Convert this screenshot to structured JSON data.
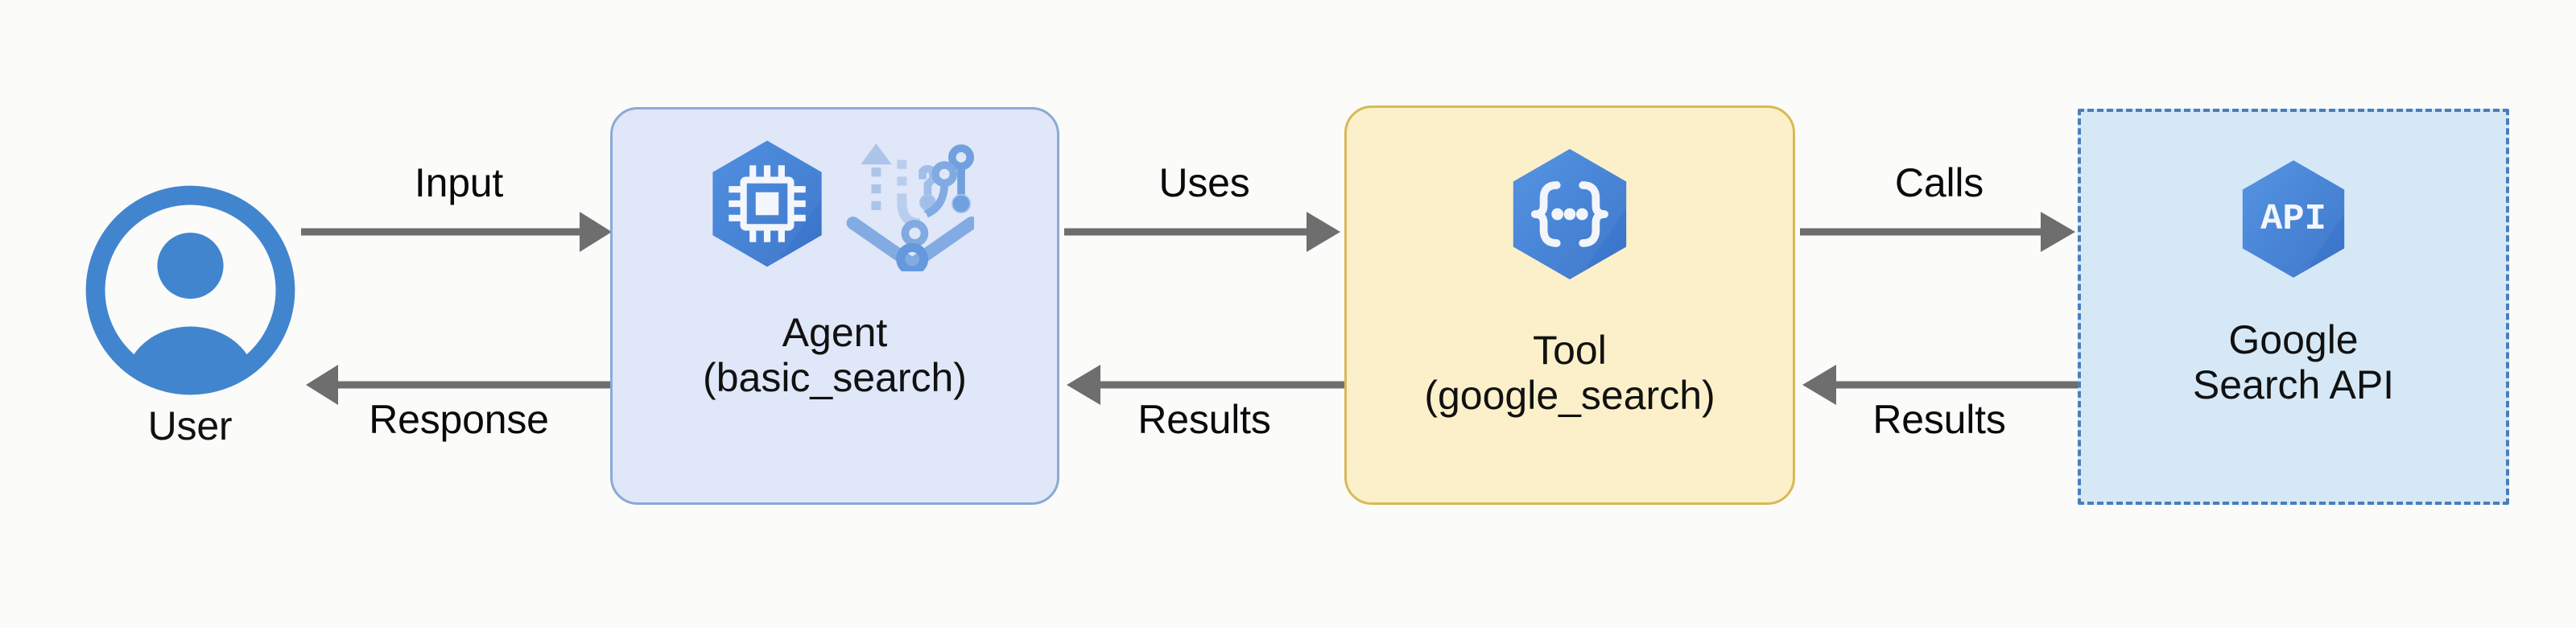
{
  "diagram": {
    "title": "Agent to Google Search API flow",
    "type": "flow-diagram",
    "background_color": "#fbfbf9"
  },
  "nodes": [
    {
      "id": "user",
      "label": "User",
      "icon": "user-avatar-icon",
      "shape": "icon-with-caption",
      "fill_color": "#fbfbf9",
      "icon_color": "#4285cf"
    },
    {
      "id": "agent",
      "label": "Agent",
      "sublabel": "(basic_search)",
      "icons": [
        "cpu-chip-hexagon-icon",
        "workflow-pipeline-icon"
      ],
      "shape": "rounded-rect",
      "fill_color": "#dfe7f8",
      "border_color": "#8ba9d6",
      "border_style": "solid"
    },
    {
      "id": "tool",
      "label": "Tool",
      "sublabel": "(google_search)",
      "icons": [
        "code-braces-hexagon-icon"
      ],
      "shape": "rounded-rect",
      "fill_color": "#fbf0c9",
      "border_color": "#d8b957",
      "border_style": "solid"
    },
    {
      "id": "google_search_api",
      "label": "Google",
      "sublabel": "Search API",
      "icons": [
        "api-hexagon-icon"
      ],
      "icon_text": "API",
      "shape": "rect",
      "fill_color": "#d6e8f6",
      "border_color": "#4a7ebb",
      "border_style": "dashed"
    }
  ],
  "edges": [
    {
      "id": "user-to-agent",
      "from": "user",
      "to": "agent",
      "label": "Input",
      "direction": "forward",
      "label_position": "above",
      "color": "#6e6e6e"
    },
    {
      "id": "agent-to-user",
      "from": "agent",
      "to": "user",
      "label": "Response",
      "direction": "backward",
      "label_position": "below",
      "color": "#6e6e6e"
    },
    {
      "id": "agent-to-tool",
      "from": "agent",
      "to": "tool",
      "label": "Uses",
      "direction": "forward",
      "label_position": "above",
      "color": "#6e6e6e"
    },
    {
      "id": "tool-to-agent",
      "from": "tool",
      "to": "agent",
      "label": "Results",
      "direction": "backward",
      "label_position": "below",
      "color": "#6e6e6e"
    },
    {
      "id": "tool-to-api",
      "from": "tool",
      "to": "google_search_api",
      "label": "Calls",
      "direction": "forward",
      "label_position": "above",
      "color": "#6e6e6e"
    },
    {
      "id": "api-to-tool",
      "from": "google_search_api",
      "to": "tool",
      "label": "Results",
      "direction": "backward",
      "label_position": "below",
      "color": "#6e6e6e"
    }
  ],
  "icons": {
    "api_hexagon_text": "API",
    "hexagon_fill": "#4285d6"
  }
}
